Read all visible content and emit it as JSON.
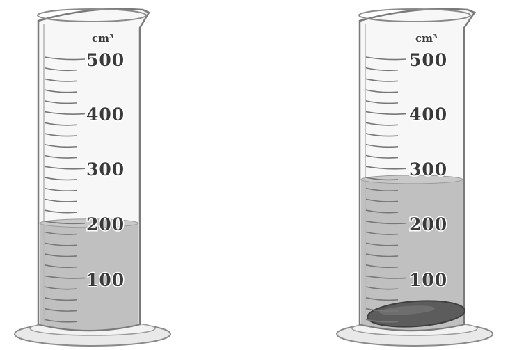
{
  "unit_label": "cm³",
  "cylinders": [
    {
      "name": "left-cylinder",
      "unit_label": "cm³",
      "scale": [
        "500",
        "400",
        "300",
        "200",
        "100"
      ],
      "water_level": 200,
      "has_stone": false
    },
    {
      "name": "right-cylinder",
      "unit_label": "cm³",
      "scale": [
        "500",
        "400",
        "300",
        "200",
        "100"
      ],
      "water_level": 280,
      "has_stone": true
    }
  ],
  "colors": {
    "liquid": "#b9b9b9",
    "glass_outline": "#7a7a7a",
    "base": "#e9e9e9",
    "stone": "#5c5c5c",
    "text": "#3a3a3a"
  }
}
